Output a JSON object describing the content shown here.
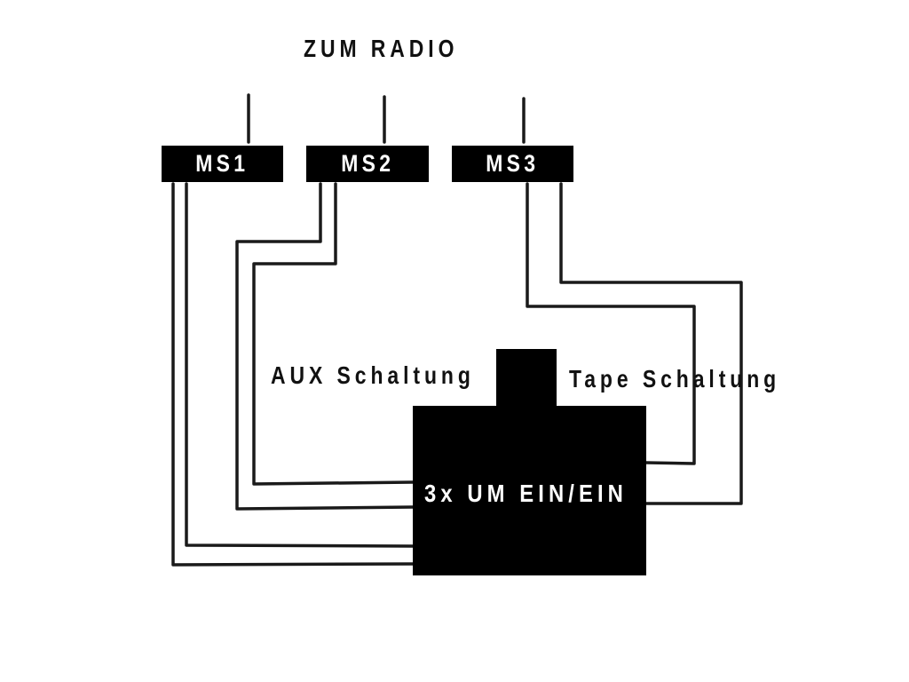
{
  "title": "ZUM RADIO",
  "switches": [
    {
      "label": "MS1"
    },
    {
      "label": "MS2"
    },
    {
      "label": "MS3"
    }
  ],
  "aux_label": "AUX Schaltung",
  "tape_label": "Tape Schaltung",
  "main_switch_label": "3x UM EIN/EIN",
  "colors": {
    "box": "#000000",
    "wire": "#1a1a1a",
    "background": "#ffffff",
    "box_text": "#ffffff"
  }
}
